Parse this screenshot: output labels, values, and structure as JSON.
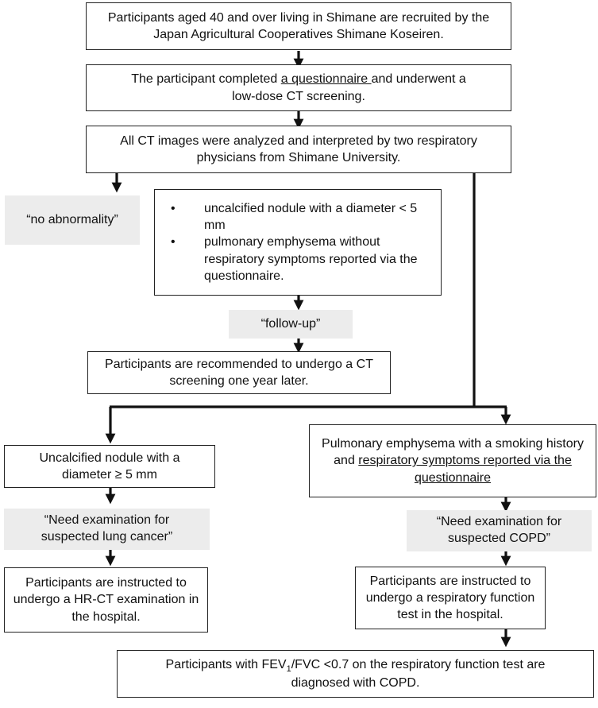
{
  "boxes": {
    "recruit": "Participants aged 40 and over living in Shimane are recruited by the Japan Agricultural Cooperatives Shimane Koseiren.",
    "questionnaire": {
      "pre": "The participant completed ",
      "link": "a questionnaire ",
      "post": "and underwent a low-dose CT screening."
    },
    "analysis": "All CT images were analyzed and interpreted by two respiratory physicians from Shimane University.",
    "minor_findings": [
      "uncalcified nodule with a diameter < 5 mm",
      "pulmonary emphysema without respiratory symptoms reported via the questionnaire."
    ],
    "followup_action": "Participants are recommended to undergo a CT screening one year later.",
    "nodule": "Uncalcified nodule with a diameter ≥ 5 mm",
    "emphysema": {
      "pre": "Pulmonary emphysema with a smoking history and ",
      "link": "respiratory symptoms reported via the questionnaire"
    },
    "hrct": "Participants are instructed to undergo a HR-CT examination in the hospital.",
    "resp_test": "Participants are instructed to undergo a respiratory function test in the hospital.",
    "copd": {
      "pre": "Participants with FEV",
      "sub": "1",
      "post": "/FVC <0.7 on the respiratory function test are diagnosed with COPD."
    }
  },
  "labels": {
    "no_abnormality": "“no abnormality”",
    "follow_up": "“follow-up”",
    "lung_cancer": "“Need examination for suspected lung cancer”",
    "suspected_copd": "“Need examination for suspected COPD”"
  }
}
